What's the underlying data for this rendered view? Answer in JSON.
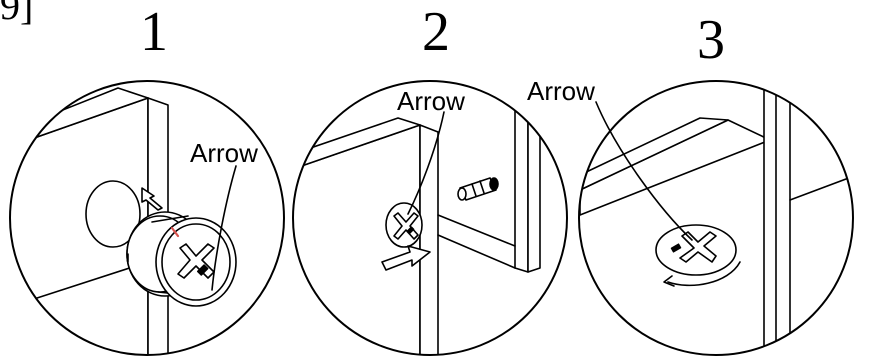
{
  "steps": [
    {
      "number": "1",
      "label": "Arrow"
    },
    {
      "number": "2",
      "label": "Arrow"
    },
    {
      "number": "3",
      "label": "Arrow"
    }
  ],
  "corner_glyph": "9]"
}
